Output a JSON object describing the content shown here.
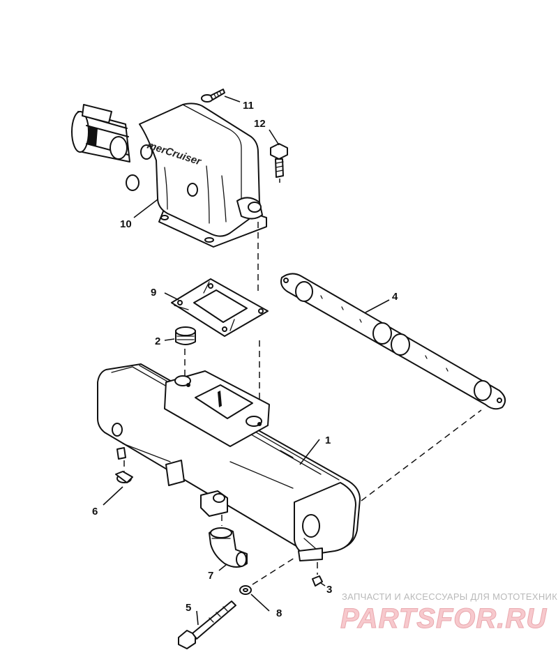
{
  "diagram": {
    "callouts": [
      "1",
      "2",
      "3",
      "4",
      "5",
      "6",
      "7",
      "8",
      "9",
      "10",
      "11",
      "12"
    ],
    "brand_mark": "merCruiser"
  },
  "watermark": {
    "subtitle": "ЗАПЧАСТИ И АКСЕССУАРЫ ДЛЯ МОТОТЕХНИКИ",
    "logo_text": "PARTSFOR.RU"
  }
}
